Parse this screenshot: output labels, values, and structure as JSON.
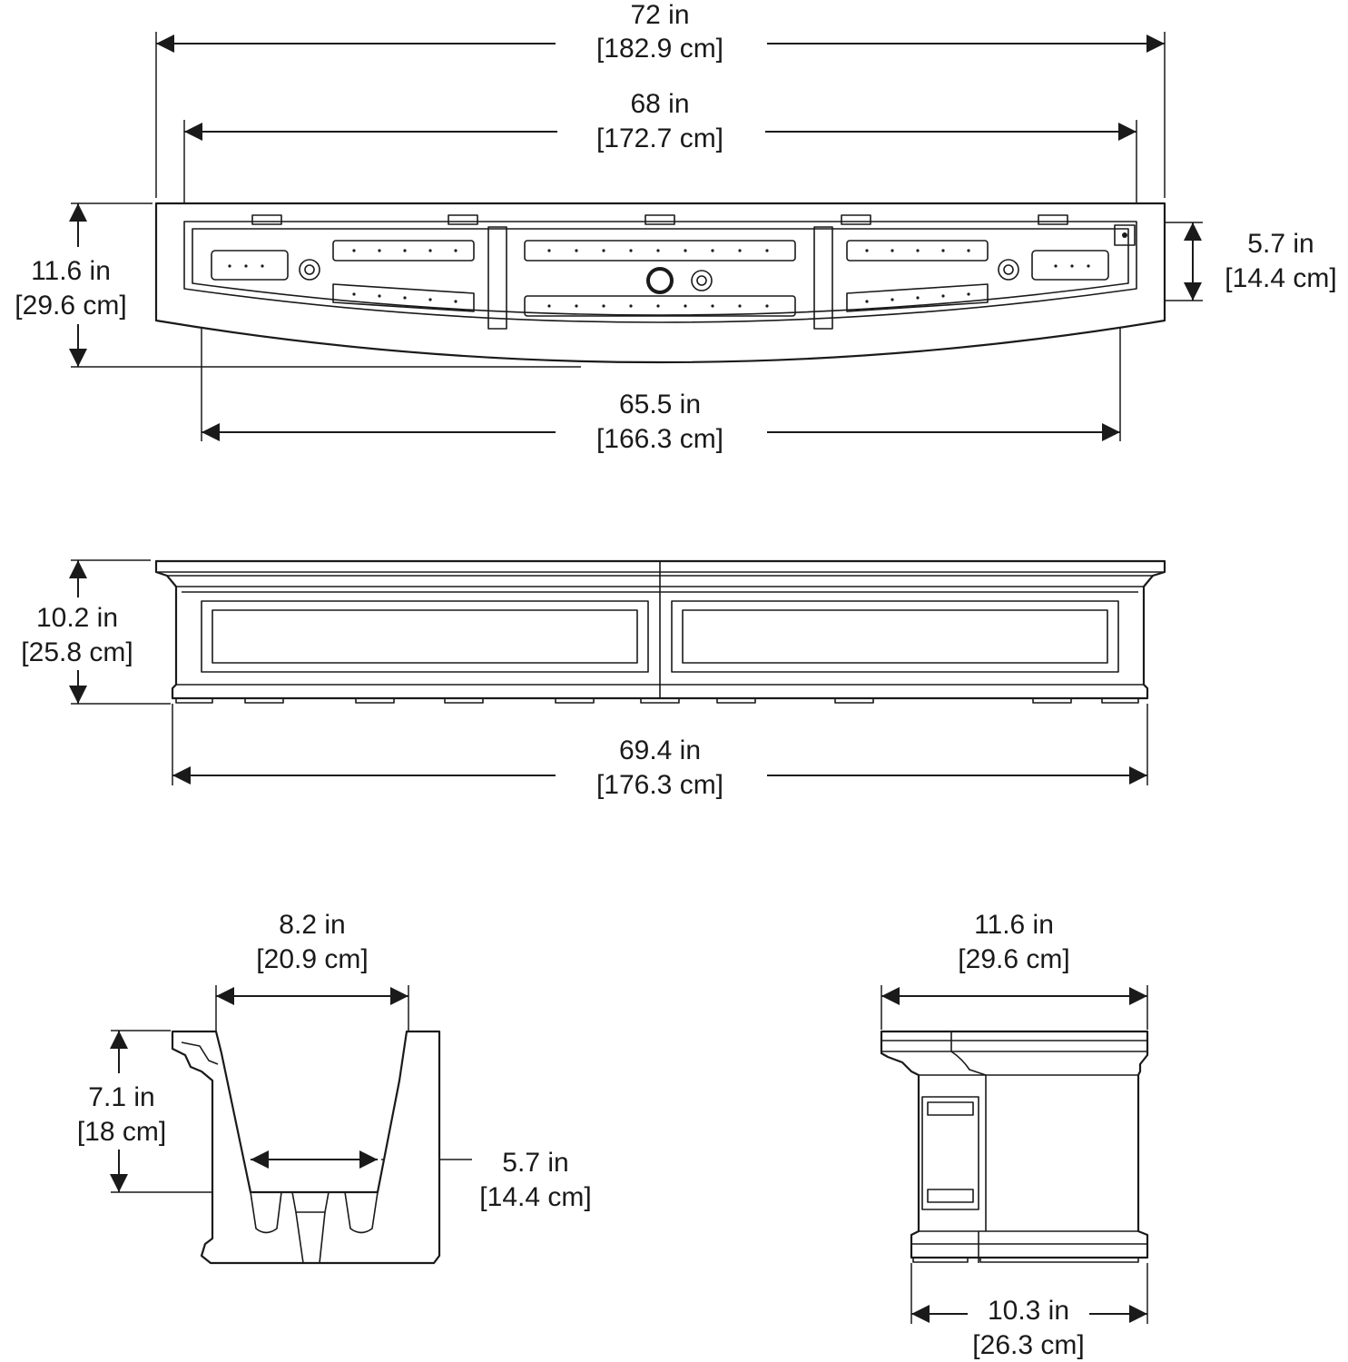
{
  "top_view": {
    "overall_width": {
      "in": "72 in",
      "cm": "[182.9 cm]"
    },
    "inner_width": {
      "in": "68 in",
      "cm": "[172.7 cm]"
    },
    "depth": {
      "in": "11.6 in",
      "cm": "[29.6 cm]"
    },
    "inner_depth": {
      "in": "5.7 in",
      "cm": "[14.4 cm]"
    },
    "back_width": {
      "in": "65.5 in",
      "cm": "[166.3 cm]"
    }
  },
  "front_view": {
    "height": {
      "in": "10.2 in",
      "cm": "[25.8 cm]"
    },
    "base_width": {
      "in": "69.4 in",
      "cm": "[176.3 cm]"
    }
  },
  "section_view": {
    "top_opening": {
      "in": "8.2 in",
      "cm": "[20.9 cm]"
    },
    "soil_depth": {
      "in": "7.1 in",
      "cm": "[18 cm]"
    },
    "bottom_width": {
      "in": "5.7 in",
      "cm": "[14.4 cm]"
    }
  },
  "side_view": {
    "top_depth": {
      "in": "11.6 in",
      "cm": "[29.6 cm]"
    },
    "base_depth": {
      "in": "10.3 in",
      "cm": "[26.3 cm]"
    }
  }
}
